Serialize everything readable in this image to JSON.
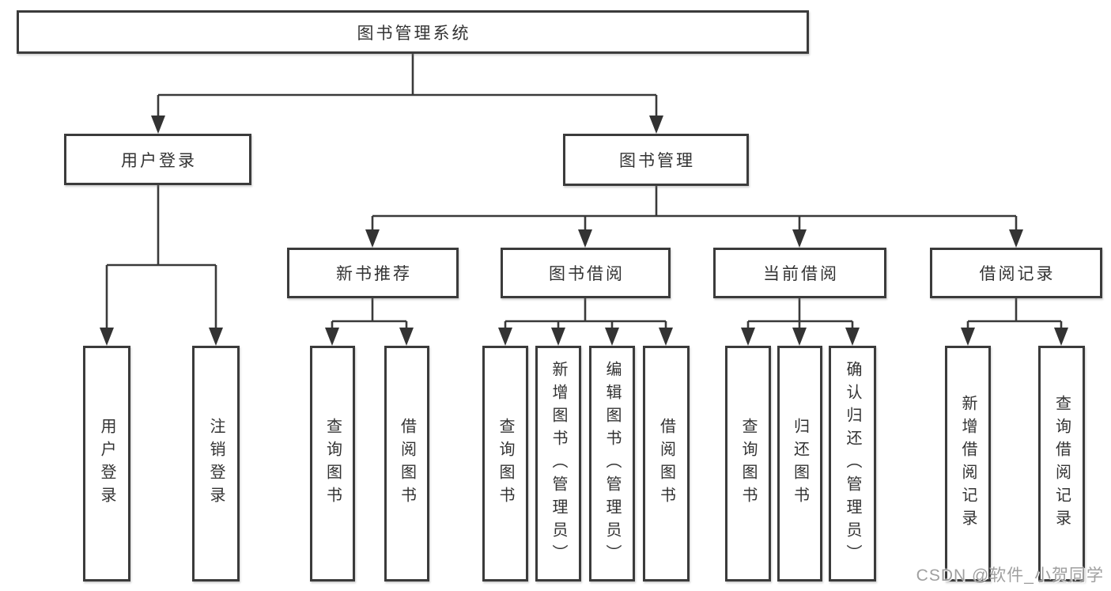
{
  "root": {
    "label": "图书管理系统"
  },
  "level2": [
    {
      "key": "user-login",
      "label": "用户登录"
    },
    {
      "key": "book-management",
      "label": "图书管理"
    }
  ],
  "level3": [
    {
      "key": "new-book-recommend",
      "label": "新书推荐"
    },
    {
      "key": "book-borrowing",
      "label": "图书借阅"
    },
    {
      "key": "current-borrowing",
      "label": "当前借阅"
    },
    {
      "key": "borrowing-records",
      "label": "借阅记录"
    }
  ],
  "leaves": [
    {
      "key": "user-login",
      "parent": "用户登录",
      "label": "用户登录"
    },
    {
      "key": "logout",
      "parent": "用户登录",
      "label": "注销登录"
    },
    {
      "key": "query-books-1",
      "parent": "新书推荐",
      "label": "查询图书"
    },
    {
      "key": "borrow-books-1",
      "parent": "新书推荐",
      "label": "借阅图书"
    },
    {
      "key": "query-books-2",
      "parent": "图书借阅",
      "label": "查询图书"
    },
    {
      "key": "add-books-admin",
      "parent": "图书借阅",
      "label": "新增图书（管理员）"
    },
    {
      "key": "edit-books-admin",
      "parent": "图书借阅",
      "label": "编辑图书（管理员）"
    },
    {
      "key": "borrow-books-2",
      "parent": "图书借阅",
      "label": "借阅图书"
    },
    {
      "key": "query-books-3",
      "parent": "当前借阅",
      "label": "查询图书"
    },
    {
      "key": "return-books",
      "parent": "当前借阅",
      "label": "归还图书"
    },
    {
      "key": "confirm-return-admin",
      "parent": "当前借阅",
      "label": "确认归还（管理员）"
    },
    {
      "key": "add-borrow-record",
      "parent": "借阅记录",
      "label": "新增借阅记录"
    },
    {
      "key": "query-borrow-record",
      "parent": "借阅记录",
      "label": "查询借阅记录"
    }
  ],
  "watermark": "CSDN @软件_小贺同学",
  "colors": {
    "line": "#3a3a3a",
    "text": "#333333",
    "watermark": "#9a9a9a",
    "background": "#ffffff"
  }
}
